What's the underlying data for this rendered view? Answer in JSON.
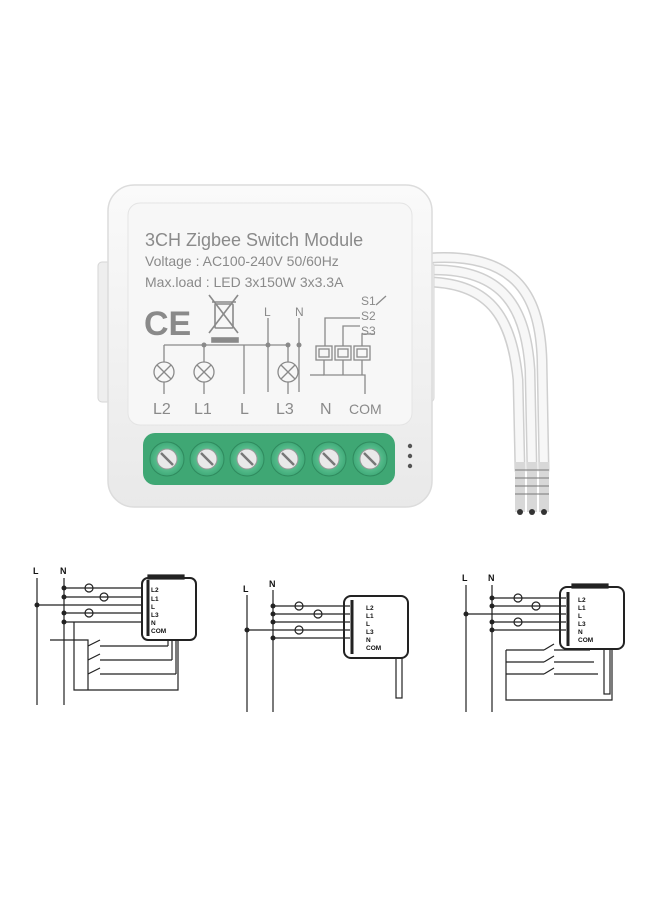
{
  "product": {
    "title": "3CH Zigbee Switch Module",
    "voltage": "Voltage : AC100-240V 50/60Hz",
    "maxload": "Max.load : LED 3x150W   3x3.3A",
    "ce_mark": "CE",
    "terminal_labels": [
      "L2",
      "L1",
      "L",
      "L3",
      "N",
      "COM"
    ],
    "switch_labels": [
      "S1",
      "S2",
      "S3"
    ],
    "line_label": "L",
    "neutral_label": "N"
  },
  "diagrams": [
    {
      "line_label": "L",
      "neutral_label": "N",
      "terminals": [
        "L2",
        "L1",
        "L",
        "L3",
        "N",
        "COM"
      ]
    },
    {
      "line_label": "L",
      "neutral_label": "N",
      "terminals": [
        "L2",
        "L1",
        "L",
        "L3",
        "N",
        "COM"
      ]
    },
    {
      "line_label": "L",
      "neutral_label": "N",
      "terminals": [
        "L2",
        "L1",
        "L",
        "L3",
        "N",
        "COM"
      ]
    }
  ],
  "colors": {
    "terminal_green": "#4fbf8a",
    "body_white": "#f4f4f4",
    "print_gray": "#8a8a8a"
  }
}
